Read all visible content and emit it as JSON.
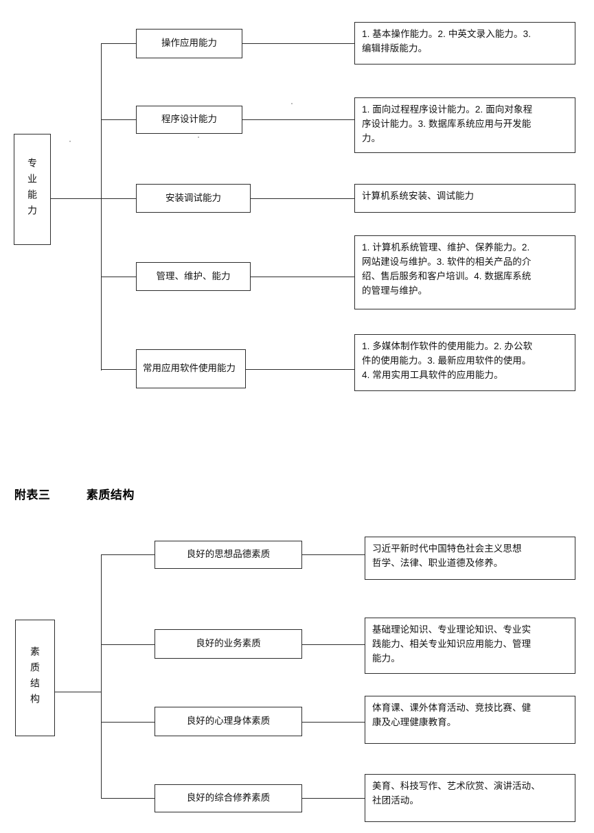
{
  "document": {
    "section_heading": {
      "label": "附表三",
      "title": "素质结构"
    }
  },
  "diagram_ability": {
    "root_label": "专业能力",
    "branches": [
      {
        "name": "操作应用能力",
        "detail_lines": [
          "1. 基本操作能力。2. 中英文录入能力。3.",
          "编辑排版能力。"
        ]
      },
      {
        "name": "程序设计能力",
        "detail_lines": [
          "1. 面向过程程序设计能力。2. 面向对象程",
          "序设计能力。3. 数据库系统应用与开发能",
          "力。"
        ]
      },
      {
        "name": "安装调试能力",
        "detail_lines": [
          "计算机系统安装、调试能力"
        ]
      },
      {
        "name": "管理、维护、能力",
        "detail_lines": [
          "1. 计算机系统管理、维护、保养能力。2.",
          "网站建设与维护。3. 软件的相关产品的介",
          "绍、售后服务和客户培训。4. 数据库系统",
          "的管理与维护。"
        ]
      },
      {
        "name": "常用应用软件使用能力",
        "detail_lines": [
          "1. 多媒体制作软件的使用能力。2. 办公软",
          "件的使用能力。3. 最新应用软件的使用。",
          "4. 常用实用工具软件的应用能力。"
        ]
      }
    ]
  },
  "diagram_quality": {
    "root_label": "素质结构",
    "branches": [
      {
        "name": "良好的思想品德素质",
        "detail_lines": [
          "习近平新时代中国特色社会主义思想",
          "哲学、法律、职业道德及修养。"
        ]
      },
      {
        "name": "良好的业务素质",
        "detail_lines": [
          "基础理论知识、专业理论知识、专业实",
          "践能力、相关专业知识应用能力、管理",
          "能力。"
        ]
      },
      {
        "name": "良好的心理身体素质",
        "detail_lines": [
          "体育课、课外体育活动、竞技比赛、健",
          "康及心理健康教育。"
        ]
      },
      {
        "name": "良好的综合修养素质",
        "detail_lines": [
          "美育、科技写作、艺术欣赏、演讲活动、",
          "社团活动。"
        ]
      }
    ]
  },
  "colors": {
    "line": "#2b2b2b",
    "text": "#111111",
    "background": "#ffffff"
  }
}
